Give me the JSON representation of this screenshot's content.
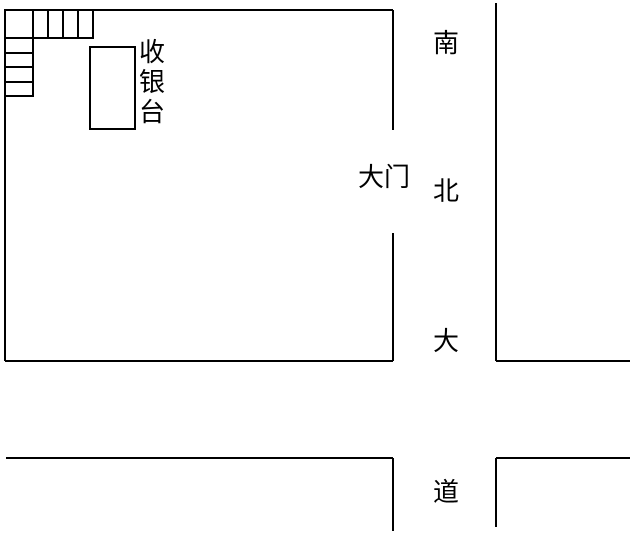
{
  "labels": {
    "cashier_chars": [
      "收",
      "银",
      "台"
    ],
    "door": "大门",
    "road_chars": [
      "南",
      "北",
      "大",
      "道"
    ]
  }
}
